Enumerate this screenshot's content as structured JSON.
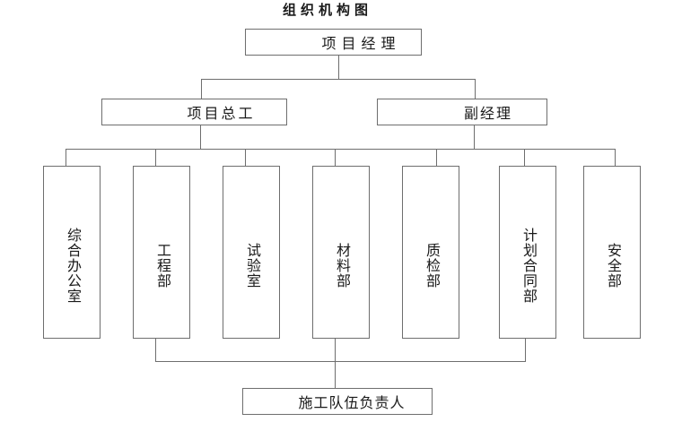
{
  "title": "组织机构图",
  "chart": {
    "root": {
      "label": "项目经理"
    },
    "level2": [
      {
        "label": "项目总工"
      },
      {
        "label": "副经理"
      }
    ],
    "departments": [
      {
        "label": "综合办公室"
      },
      {
        "label": "工程部"
      },
      {
        "label": "试验室"
      },
      {
        "label": "材料部"
      },
      {
        "label": "质检部"
      },
      {
        "label": "计划合同部"
      },
      {
        "label": "安全部"
      }
    ],
    "bottom": {
      "label": "施工队伍负责人"
    }
  },
  "colors": {
    "line": "#6e6e6e",
    "text": "#1a1a1a",
    "background": "#ffffff"
  }
}
